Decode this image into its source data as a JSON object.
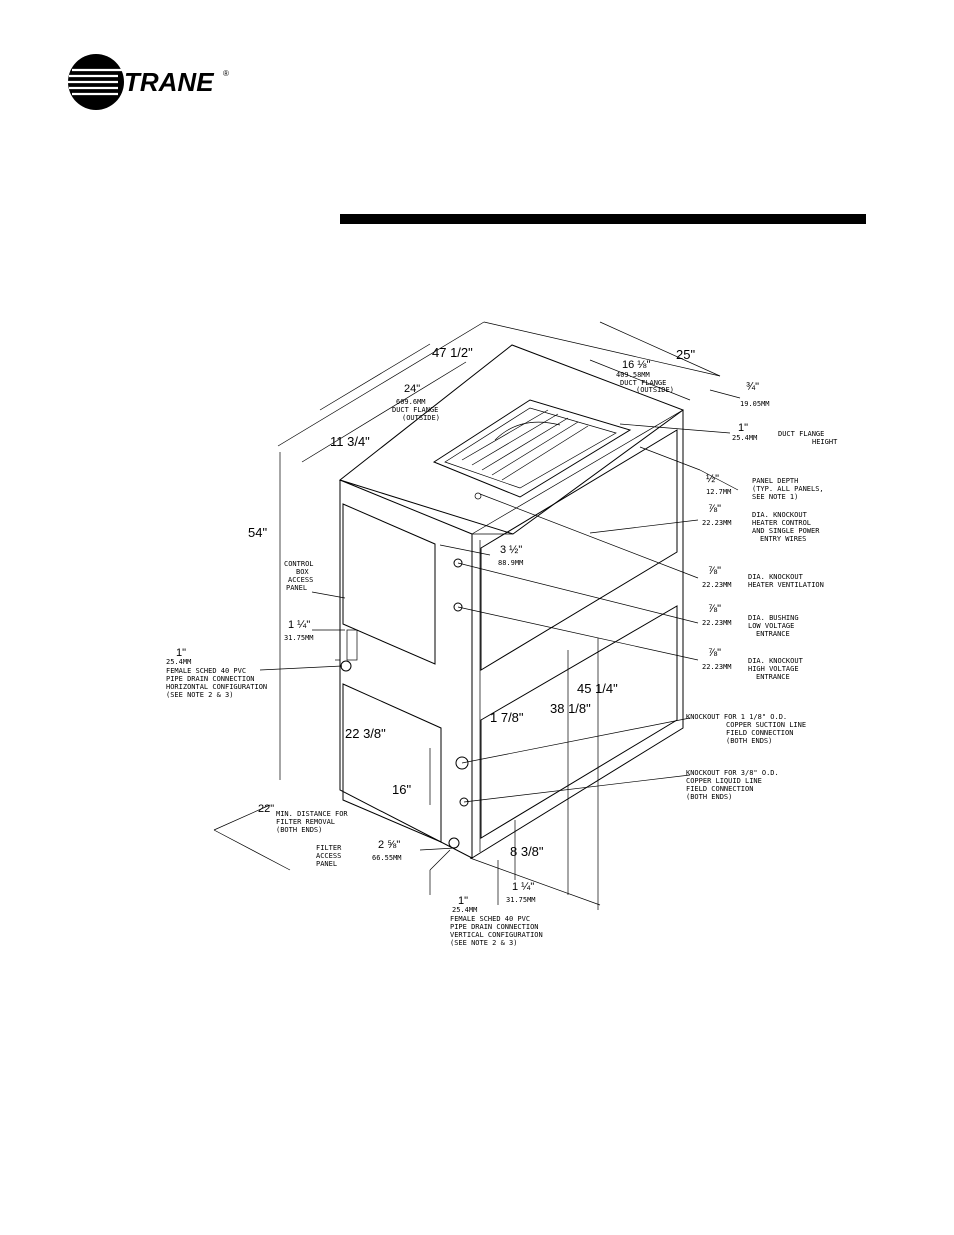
{
  "brand": {
    "name": "TRANE",
    "reg": "®"
  },
  "dims": {
    "d47": "47 1/2\"",
    "d25": "25\"",
    "d16_top": "16 ⅛\"",
    "d16_mm": "409.58MM",
    "d16_note1": "DUCT FLANGE",
    "d16_note2": "(OUTSIDE)",
    "d24": "24\"",
    "d24_mm": "609.6MM",
    "d24_note1": "DUCT FLANGE",
    "d24_note2": "(OUTSIDE)",
    "d11": "11 3/4\"",
    "d54": "54\"",
    "d34": "¾\"",
    "d34_mm": "19.05MM",
    "d1a": "1\"",
    "d1a_mm": "25.4MM",
    "d1a_note1": "DUCT FLANGE",
    "d1a_note2": "HEIGHT",
    "d12": "½\"",
    "d12_mm": "12.7MM",
    "d12_note1": "PANEL DEPTH",
    "d12_note2": "(TYP. ALL PANELS,",
    "d12_note3": "SEE NOTE 1)",
    "k1": "⅞\"",
    "k1_mm": "22.23MM",
    "k1_n1": "DIA.  KNOCKOUT",
    "k1_n2": "HEATER CONTROL",
    "k1_n3": "AND SINGLE POWER",
    "k1_n4": "ENTRY WIRES",
    "k2": "⅞\"",
    "k2_mm": "22.23MM",
    "k2_n1": "DIA.  KNOCKOUT",
    "k2_n2": "HEATER VENTILATION",
    "k3": "⅞\"",
    "k3_mm": "22.23MM",
    "k3_n1": "DIA. BUSHING",
    "k3_n2": "LOW VOLTAGE",
    "k3_n3": "ENTRANCE",
    "k4": "⅞\"",
    "k4_mm": "22.23MM",
    "k4_n1": "DIA. KNOCKOUT",
    "k4_n2": "HIGH VOLTAGE",
    "k4_n3": "ENTRANCE",
    "d312": "3 ½\"",
    "d312_mm": "88.9MM",
    "ctrl1": "CONTROL",
    "ctrl2": "BOX",
    "ctrl3": "ACCESS",
    "ctrl4": "PANEL",
    "d114a": "1 ¼\"",
    "d114a_mm": "31.75MM",
    "pvc_h1": "1\"",
    "pvc_h_mm": "25.4MM",
    "pvc_h2": "FEMALE SCHED 40 PVC",
    "pvc_h3": "PIPE DRAIN CONNECTION",
    "pvc_h4": "HORIZONTAL CONFIGURATION",
    "pvc_h5": "(SEE NOTE 2 & 3)",
    "d4514": "45 1/4\"",
    "d3818": "38 1/8\"",
    "d178": "1 7/8\"",
    "d2238": "22 3/8\"",
    "d16": "16\"",
    "ko1": "KNOCKOUT FOR 1 1/8\" O.D.",
    "ko1b": "COPPER SUCTION LINE",
    "ko1c": "FIELD CONNECTION",
    "ko1d": "(BOTH ENDS)",
    "ko2": "KNOCKOUT FOR 3/8\" O.D.",
    "ko2b": "COPPER LIQUID LINE",
    "ko2c": "FIELD CONNECTION",
    "ko2d": "(BOTH ENDS)",
    "d22": "22\"",
    "d22_n1": "MIN. DISTANCE FOR",
    "d22_n2": "FILTER REMOVAL",
    "d22_n3": "(BOTH ENDS)",
    "filt1": "FILTER",
    "filt2": "ACCESS",
    "filt3": "PANEL",
    "d258": "2 ⅝\"",
    "d258_mm": "66.55MM",
    "d838": "8 3/8\"",
    "d114b": "1 ¼\"",
    "d114b_mm": "31.75MM",
    "pvc_v1": "1\"",
    "pvc_v_mm": "25.4MM",
    "pvc_v2": "FEMALE SCHED 40 PVC",
    "pvc_v3": "PIPE DRAIN CONNECTION",
    "pvc_v4": "VERTICAL CONFIGURATION",
    "pvc_v5": "(SEE NOTE 2 & 3)"
  }
}
